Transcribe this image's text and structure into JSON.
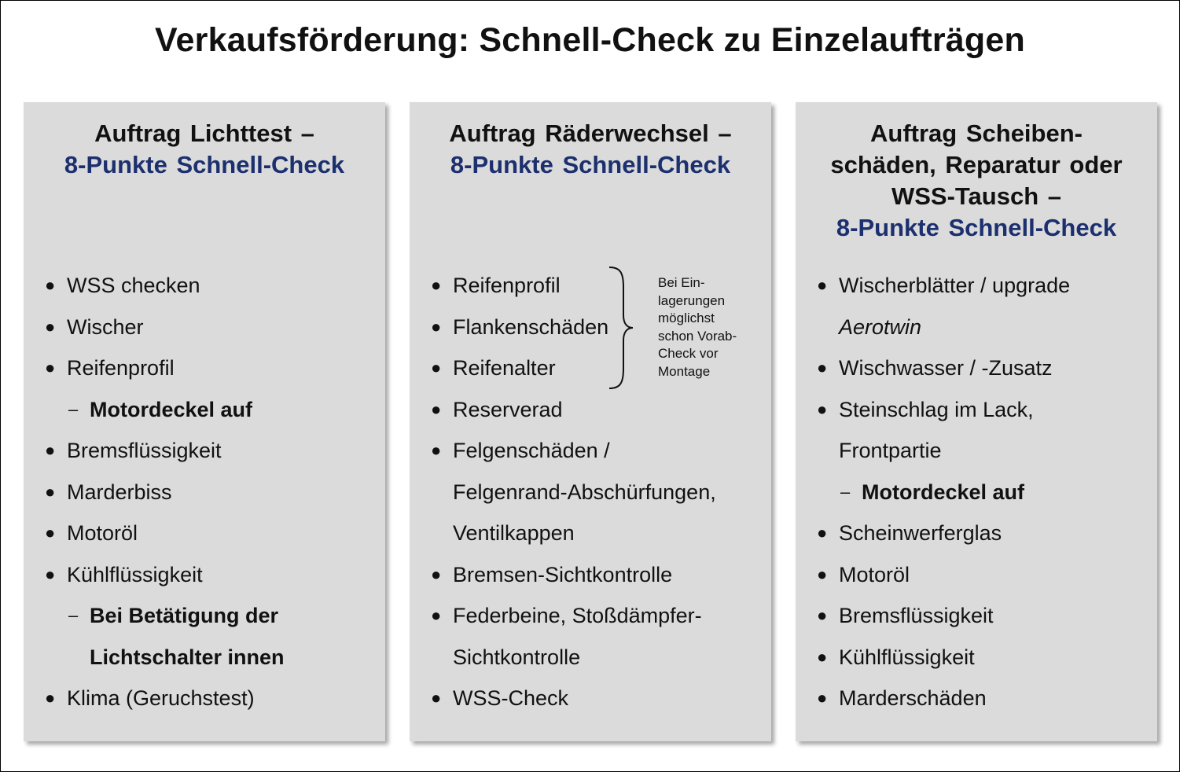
{
  "title": "Verkaufsförderung: Schnell-Check zu Einzelaufträgen",
  "colors": {
    "panel": "#dbdbdb",
    "accent": "#1c2f6e"
  },
  "panels": [
    {
      "heading": [
        "Auftrag Lichttest –"
      ],
      "subheading": "8-Punkte Schnell-Check",
      "items": [
        {
          "kind": "bullet",
          "text": "WSS checken"
        },
        {
          "kind": "bullet",
          "text": "Wischer"
        },
        {
          "kind": "bullet",
          "text": "Reifenprofil"
        },
        {
          "kind": "sub",
          "text": "Motordeckel auf"
        },
        {
          "kind": "bullet",
          "text": "Bremsflüssigkeit"
        },
        {
          "kind": "bullet",
          "text": "Marderbiss"
        },
        {
          "kind": "bullet",
          "text": "Motoröl"
        },
        {
          "kind": "bullet",
          "text": "Kühlflüssigkeit"
        },
        {
          "kind": "sub",
          "text": "Bei Betätigung der"
        },
        {
          "kind": "subcont",
          "text": "Lichtschalter innen"
        },
        {
          "kind": "bullet",
          "text": "Klima (Geruchstest)"
        }
      ]
    },
    {
      "heading": [
        "Auftrag Räderwechsel –"
      ],
      "subheading": "8-Punkte Schnell-Check",
      "items": [
        {
          "kind": "bullet",
          "text": "Reifenprofil"
        },
        {
          "kind": "bullet",
          "text": "Flankenschäden"
        },
        {
          "kind": "bullet",
          "text": "Reifenalter"
        },
        {
          "kind": "bullet",
          "text": "Reserverad"
        },
        {
          "kind": "bullet",
          "text": "Felgenschäden /"
        },
        {
          "kind": "cont",
          "text": "Felgenrand-Abschürfungen,"
        },
        {
          "kind": "cont",
          "text": "Ventilkappen"
        },
        {
          "kind": "bullet",
          "text": "Bremsen-Sichtkontrolle"
        },
        {
          "kind": "bullet",
          "text": "Federbeine, Stoßdämpfer-"
        },
        {
          "kind": "cont",
          "text": "Sichtkontrolle"
        },
        {
          "kind": "bullet",
          "text": "WSS-Check"
        }
      ],
      "note": [
        "Bei Ein-",
        "lagerungen",
        "möglichst",
        "schon Vorab-",
        "Check vor",
        "Montage"
      ]
    },
    {
      "heading": [
        "Auftrag Scheiben-",
        "schäden, Reparatur oder",
        "WSS-Tausch –"
      ],
      "subheading": "8-Punkte Schnell-Check",
      "items": [
        {
          "kind": "bullet",
          "text": "Wischerblätter / upgrade"
        },
        {
          "kind": "cont",
          "text": "Aerotwin",
          "italic": true
        },
        {
          "kind": "bullet",
          "text": "Wischwasser / -Zusatz"
        },
        {
          "kind": "bullet",
          "text": "Steinschlag im Lack,"
        },
        {
          "kind": "cont",
          "text": "Frontpartie"
        },
        {
          "kind": "sub",
          "text": "Motordeckel auf"
        },
        {
          "kind": "bullet",
          "text": "Scheinwerferglas"
        },
        {
          "kind": "bullet",
          "text": "Motoröl"
        },
        {
          "kind": "bullet",
          "text": "Bremsflüssigkeit"
        },
        {
          "kind": "bullet",
          "text": "Kühlflüssigkeit"
        },
        {
          "kind": "bullet",
          "text": "Marderschäden"
        }
      ]
    }
  ]
}
